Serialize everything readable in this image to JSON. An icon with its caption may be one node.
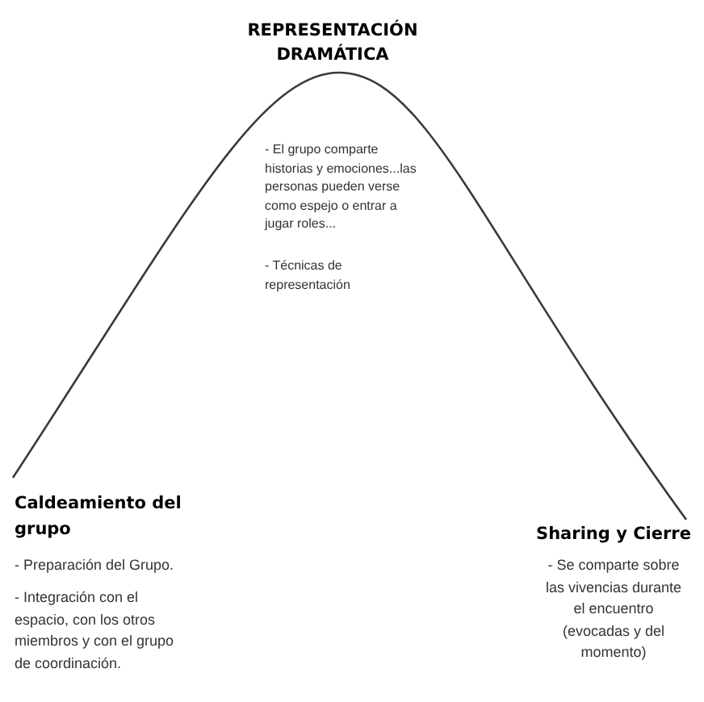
{
  "diagram": {
    "labels": [
      "REPRESENTACIÓN DRAMÁTICA",
      "- El grupo comparte historias y emociones...las personas pueden verse como espejo o entrar a jugar roles...",
      "- Técnicas de representación",
      "Caldeamiento del grupo",
      "- Preparación del Grupo.",
      "- Integración con el espacio, con los otros miembros y con el grupo de coordinación.",
      "Sharing y Cierre",
      "- Se comparte sobre las vivencias durante el encuentro (evocadas y del momento)"
    ]
  }
}
